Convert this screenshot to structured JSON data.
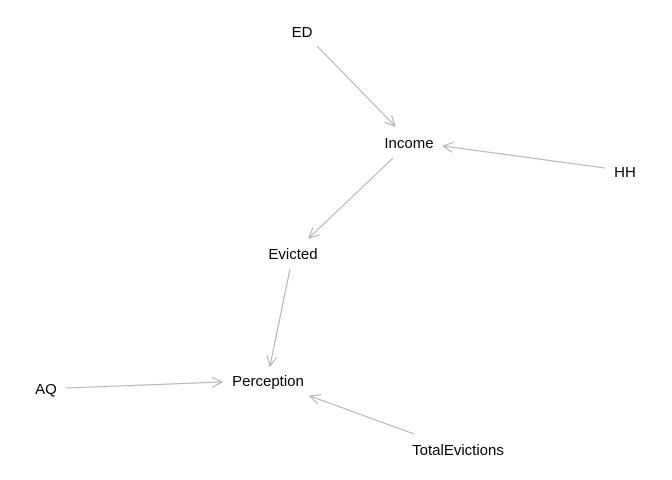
{
  "diagram": {
    "type": "directed-acyclic-graph",
    "edge_color": "#b3b3b3",
    "label_color": "#000000",
    "nodes": [
      {
        "id": "ED",
        "label": "ED"
      },
      {
        "id": "Income",
        "label": "Income"
      },
      {
        "id": "HH",
        "label": "HH"
      },
      {
        "id": "Evicted",
        "label": "Evicted"
      },
      {
        "id": "AQ",
        "label": "AQ"
      },
      {
        "id": "Perception",
        "label": "Perception"
      },
      {
        "id": "TotalEvictions",
        "label": "TotalEvictions"
      }
    ],
    "edges": [
      {
        "from": "ED",
        "to": "Income"
      },
      {
        "from": "HH",
        "to": "Income"
      },
      {
        "from": "Income",
        "to": "Evicted"
      },
      {
        "from": "Evicted",
        "to": "Perception"
      },
      {
        "from": "AQ",
        "to": "Perception"
      },
      {
        "from": "TotalEvictions",
        "to": "Perception"
      }
    ]
  }
}
